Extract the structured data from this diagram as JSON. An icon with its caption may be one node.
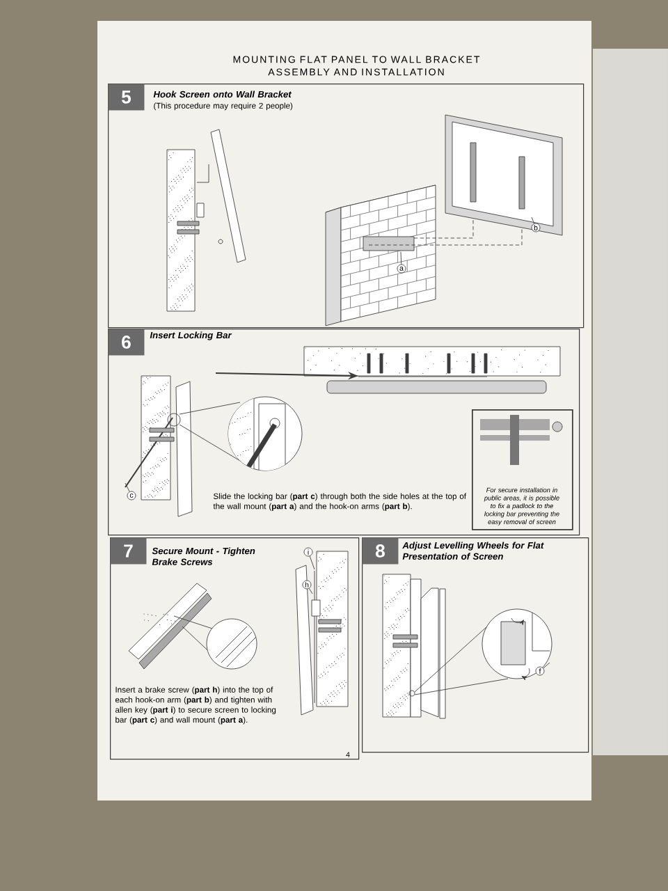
{
  "diagram": {
    "nodes": [
      {
        "text": [
          "5",
          "Hook Screen onto Wall Bracket",
          "(This procedure may require 2 people)"
        ]
      },
      {
        "text": [
          "6",
          "Insert Locking Bar",
          "Slide the locking bar (**part c**) through both the side holes at the top of the wall mount (**part a**) and the hook-on arms (**part b**)."
        ]
      },
      {
        "text": [
          "For secure installation in public areas, it is possible to fix a padlock to the locking bar preventing the easy removal of screen"
        ],
        "in": 1
      },
      {
        "text": [
          "7",
          "Secure Mount - Tighten Brake Screws",
          "Insert a brake screw (**part h**) into the top of each hook-on arm (**part b**) and tighten with allen key (**part i**) to secure screen to locking bar (**part c**) and wall mount (**part a**)."
        ]
      },
      {
        "text": [
          "8",
          "Adjust Levelling Wheels for Flat Presentation of Screen"
        ]
      },
      {
        "text": [
          "a"
        ],
        "in": 0
      },
      {
        "text": [
          "b"
        ],
        "in": 0
      },
      {
        "text": [
          "c"
        ],
        "in": 1
      },
      {
        "text": [
          "i"
        ],
        "in": 3
      },
      {
        "text": [
          "h"
        ],
        "in": 3
      },
      {
        "text": [
          "f"
        ],
        "in": 4
      }
    ],
    "edges": [
      {
        "from": 5,
        "to": null,
        "arrow": "none"
      },
      {
        "from": 6,
        "to": null,
        "arrow": "none"
      },
      {
        "from": 7,
        "to": null,
        "arrow": "none"
      },
      {
        "from": 8,
        "to": null,
        "arrow": "none"
      },
      {
        "from": 9,
        "to": null,
        "arrow": "none"
      },
      {
        "from": 10,
        "to": null,
        "arrow": "none"
      }
    ],
    "labels": [
      "MOUNTING FLAT PANEL TO WALL BRACKET",
      "ASSEMBLY AND INSTALLATION",
      "4"
    ]
  }
}
